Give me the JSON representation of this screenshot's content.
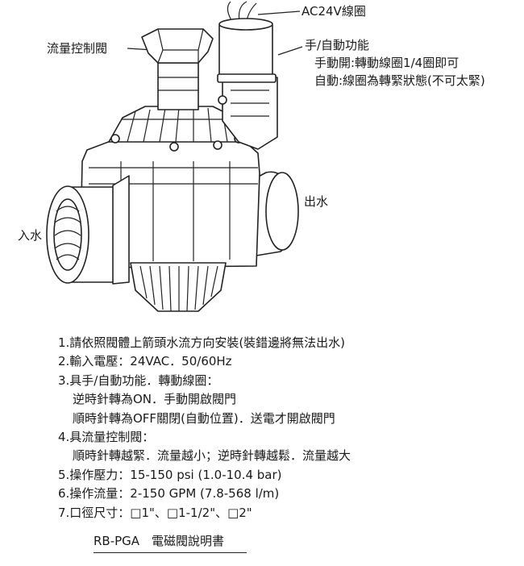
{
  "callouts": {
    "coil": "AC24V線圈",
    "flow_control_valve": "流量控制閥",
    "manual_auto_title": "手/自動功能",
    "manual_open": "手動開:轉動線圈1/4圈即可",
    "auto_state": "自動:線圈為轉緊狀態(不可太緊)",
    "water_out": "出水",
    "water_in": "入水"
  },
  "specs": [
    {
      "text": "1.請依照閥體上箭頭水流方向安裝(裝錯邊將無法出水)",
      "indent": false
    },
    {
      "text": "2.輸入電壓：24VAC．50/60Hz",
      "indent": false
    },
    {
      "text": "3.具手/自動功能．轉動線圈：",
      "indent": false
    },
    {
      "text": "逆時針轉為ON．手動開啟閥門",
      "indent": true
    },
    {
      "text": "順時針轉為OFF關閉(自動位置)．送電才開啟閥門",
      "indent": true
    },
    {
      "text": "4.具流量控制閥：",
      "indent": false
    },
    {
      "text": "順時針轉越緊．流量越小；逆時針轉越鬆．流量越大",
      "indent": true
    },
    {
      "text": "5.操作壓力：15-150 psi (1.0-10.4 bar)",
      "indent": false
    },
    {
      "text": "6.操作流量：2-150 GPM (7.8-568 l/m)",
      "indent": false
    },
    {
      "text": "7.口徑尺寸：□1\"、□1-1/2\"、□2\"",
      "indent": false
    }
  ],
  "footer": "RB-PGA　電磁閥說明書"
}
